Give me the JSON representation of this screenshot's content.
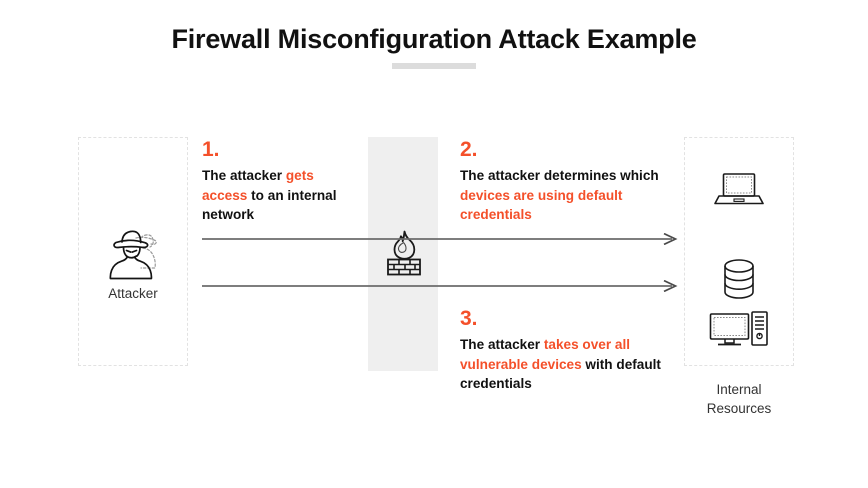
{
  "header": {
    "title": "Firewall Misconfiguration Attack Example"
  },
  "colors": {
    "accent": "#f4502a",
    "text": "#111111",
    "band": "#efefef",
    "dashed_border": "#e2e2e2",
    "rule": "#dcdcdc",
    "arrow": "#6b6b6b"
  },
  "left_panel": {
    "icon": "attacker-hacker-icon",
    "label": "Attacker"
  },
  "firewall": {
    "icon": "firewall-flame-brick-icon"
  },
  "right_panel": {
    "label": "Internal Resources",
    "label_line_1": "Internal",
    "label_line_2": "Resources",
    "icons": [
      {
        "name": "laptop-icon"
      },
      {
        "name": "database-icon"
      },
      {
        "name": "desktop-computer-icon"
      }
    ]
  },
  "arrows": [
    {
      "name": "attack-flow-arrow-1",
      "direction": "right"
    },
    {
      "name": "attack-flow-arrow-2",
      "direction": "right"
    }
  ],
  "steps": [
    {
      "number": "1.",
      "segments": [
        {
          "text": "The attacker ",
          "highlight": false
        },
        {
          "text": "gets access",
          "highlight": true
        },
        {
          "text": " to an internal network",
          "highlight": false
        }
      ],
      "plain": "The attacker gets access to an internal network"
    },
    {
      "number": "2.",
      "segments": [
        {
          "text": "The attacker determines which ",
          "highlight": false
        },
        {
          "text": "devices are using default credentials",
          "highlight": true
        }
      ],
      "plain": "The attacker determines which devices are using default credentials"
    },
    {
      "number": "3.",
      "segments": [
        {
          "text": "The attacker ",
          "highlight": false
        },
        {
          "text": "takes over all vulnerable devices",
          "highlight": true
        },
        {
          "text": " with default credentials",
          "highlight": false
        }
      ],
      "plain": "The attacker takes over all vulnerable devices with default credentials"
    }
  ]
}
